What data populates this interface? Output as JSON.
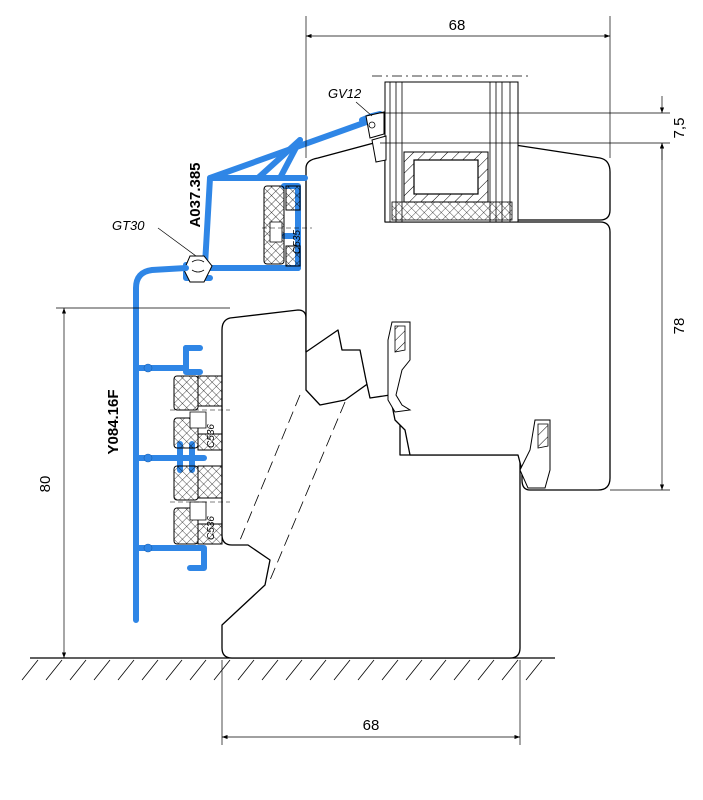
{
  "dimensions": {
    "top_width": "68",
    "bottom_width": "68",
    "right_top": "7,5",
    "right_height": "78",
    "left_height": "80"
  },
  "labels": {
    "gasket_glazing": "GV12",
    "gasket_clip": "GT30",
    "cover_profile": "A037.385",
    "sill_profile": "Y084.16F",
    "clip_upper": "C535",
    "clip_lower_1": "C536",
    "clip_lower_2": "C536"
  },
  "colors": {
    "aluminium_profile": "#2f86e6",
    "line": "#000000"
  }
}
